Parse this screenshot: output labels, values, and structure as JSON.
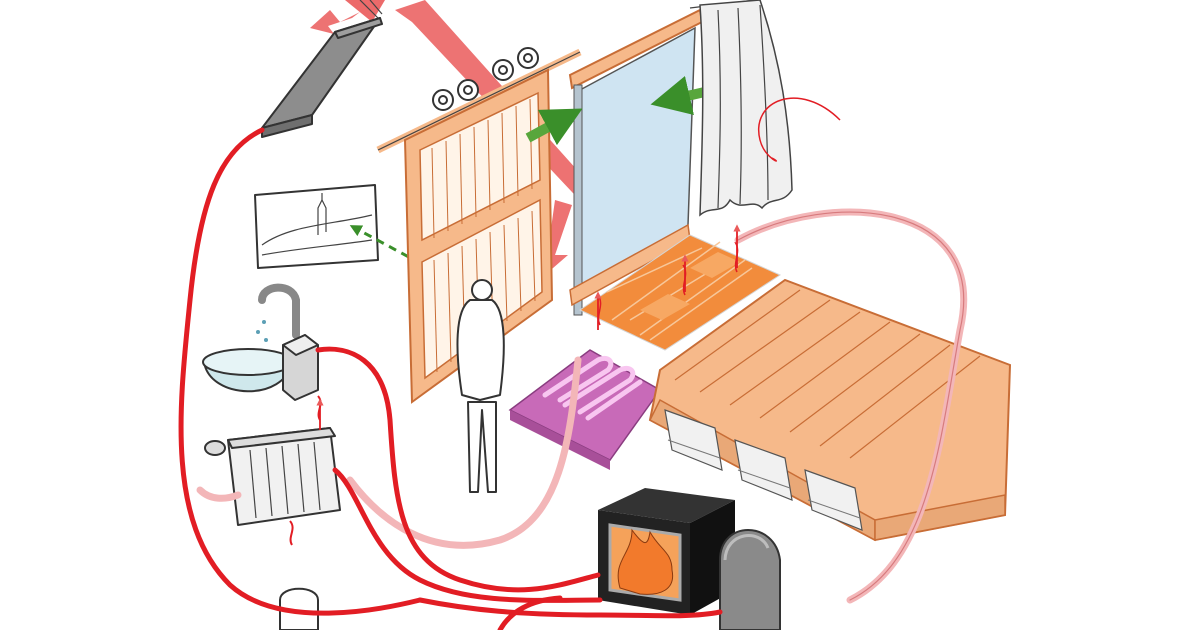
{
  "diagram": {
    "type": "illustration",
    "subject": "home-heating-and-energy-flows",
    "colors": {
      "hot_pipe": "#e21d24",
      "return_pipe": "#f3b6b8",
      "radiation_arrow": "#ea5a5a",
      "air_arrow": "#58a63c",
      "wood": "#f6b98a",
      "wood_outline": "#c86d36",
      "tile": "#f28c3c",
      "tile_light": "#f7a863",
      "underfloor": "#c86ab8",
      "glass": "#cfe4f2",
      "steel": "#8a8a8a",
      "flame": "#f5a25a"
    },
    "components": [
      "solar-collector-panel",
      "sliding-lattice-door",
      "window",
      "curtain",
      "wall-picture",
      "sink-and-tap",
      "boiler-unit",
      "radiator",
      "person",
      "underfloor-heating",
      "tiled-floor",
      "wooden-floor-with-insulation",
      "wood-stove",
      "water-tank"
    ]
  }
}
